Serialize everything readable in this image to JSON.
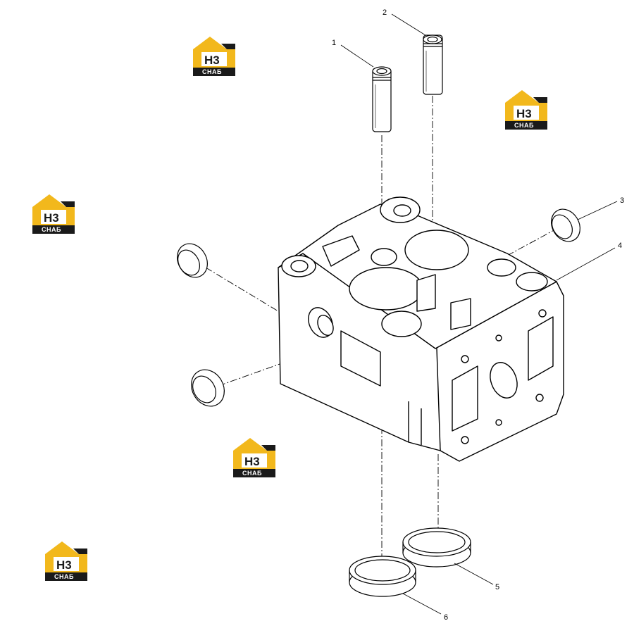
{
  "diagram": {
    "callouts": [
      "1",
      "2",
      "3",
      "4",
      "5",
      "6"
    ]
  },
  "watermark": {
    "mark": "H3",
    "sub": "СНАБ",
    "colors": {
      "accent": "#f2b81c",
      "dark": "#1a1a1a",
      "light": "#ffffff"
    }
  },
  "parts": {
    "part_1": "valve-guide",
    "part_2": "valve-guide",
    "part_3": "expansion-plug",
    "part_4": "cylinder-head",
    "part_5": "valve-seat-insert",
    "part_6": "valve-seat-insert"
  }
}
